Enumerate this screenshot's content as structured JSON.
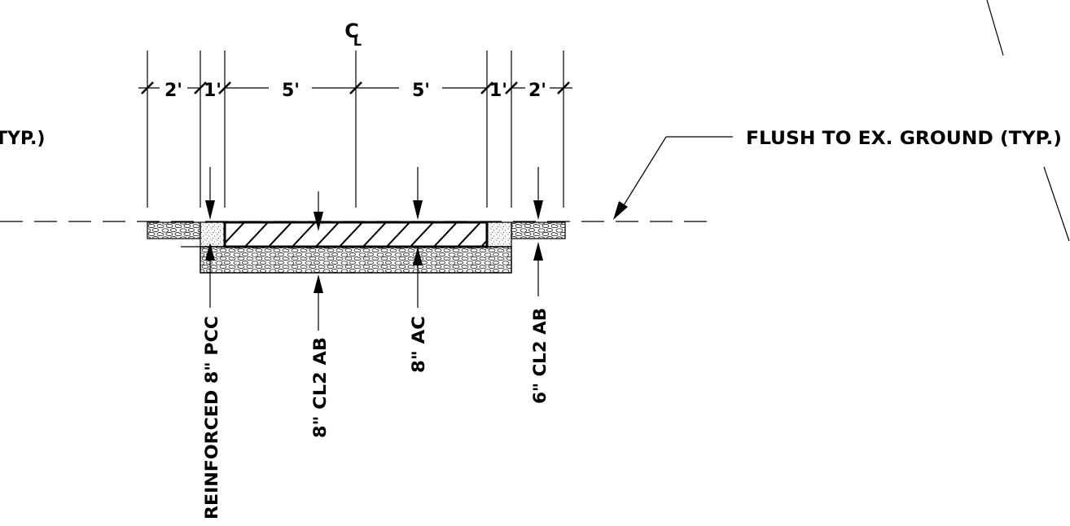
{
  "centerline": {
    "letter_c": "C",
    "letter_l": "L"
  },
  "dimensions": [
    "2'",
    "1'",
    "5'",
    "5'",
    "1'",
    "2'"
  ],
  "labels": {
    "typ_left": "TYP.)",
    "flush": "FLUSH TO EX. GROUND (TYP.)",
    "pcc": "REINFORCED 8\" PCC",
    "cl2_8": "8\" CL2 AB",
    "ac": "8\" AC",
    "cl2_6": "6\" CL2 AB"
  }
}
